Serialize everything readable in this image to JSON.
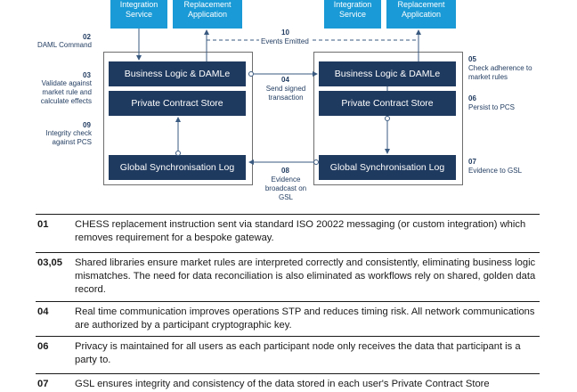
{
  "diagram": {
    "left": {
      "top_a": "Integration\nService",
      "top_b": "Replacement\nApplication",
      "business_logic": "Business Logic & DAMLe",
      "pcs": "Private Contract Store",
      "gsl": "Global Synchronisation Log"
    },
    "right": {
      "top_a": "Integration\nService",
      "top_b": "Replacement\nApplication",
      "business_logic": "Business Logic & DAMLe",
      "pcs": "Private Contract Store",
      "gsl": "Global Synchronisation Log"
    },
    "steps": {
      "s02": {
        "num": "02",
        "label": "DAML Command"
      },
      "s03": {
        "num": "03",
        "label": "Validate against\nmarket rule and\ncalculate effects"
      },
      "s09": {
        "num": "09",
        "label": "Integrity check\nagainst PCS"
      },
      "s10": {
        "num": "10",
        "label": "Events Emitted"
      },
      "s04": {
        "num": "04",
        "label": "Send signed\ntransaction"
      },
      "s08": {
        "num": "08",
        "label": "Evidence\nbroadcast on\nGSL"
      },
      "s05": {
        "num": "05",
        "label": "Check adherence to\nmarket rules"
      },
      "s06": {
        "num": "06",
        "label": "Persist to PCS"
      },
      "s07": {
        "num": "07",
        "label": "Evidence to GSL"
      }
    }
  },
  "table": [
    {
      "code": "01",
      "text": "CHESS replacement instruction sent via standard ISO 20022 messaging (or custom integration) which removes requirement for a bespoke gateway."
    },
    {
      "code": "03,05",
      "text": "Shared libraries ensure market rules are interpreted correctly and consistently, eliminating business logic mismatches. The need for data reconciliation is also eliminated as workflows rely on shared, golden data record."
    },
    {
      "code": "04",
      "text": "Real time communication improves operations STP and reduces timing risk. All network communications are authorized by a participant cryptographic key."
    },
    {
      "code": "06",
      "text": "Privacy is maintained for all users as each participant node only receives the data that participant is a party to."
    },
    {
      "code": "07",
      "text": "GSL ensures integrity and consistency of the data stored in each user's Private Contract Store"
    }
  ],
  "colors": {
    "node": "#1f3a5f",
    "top": "#1a9ad6",
    "wire": "#3a5a80"
  }
}
